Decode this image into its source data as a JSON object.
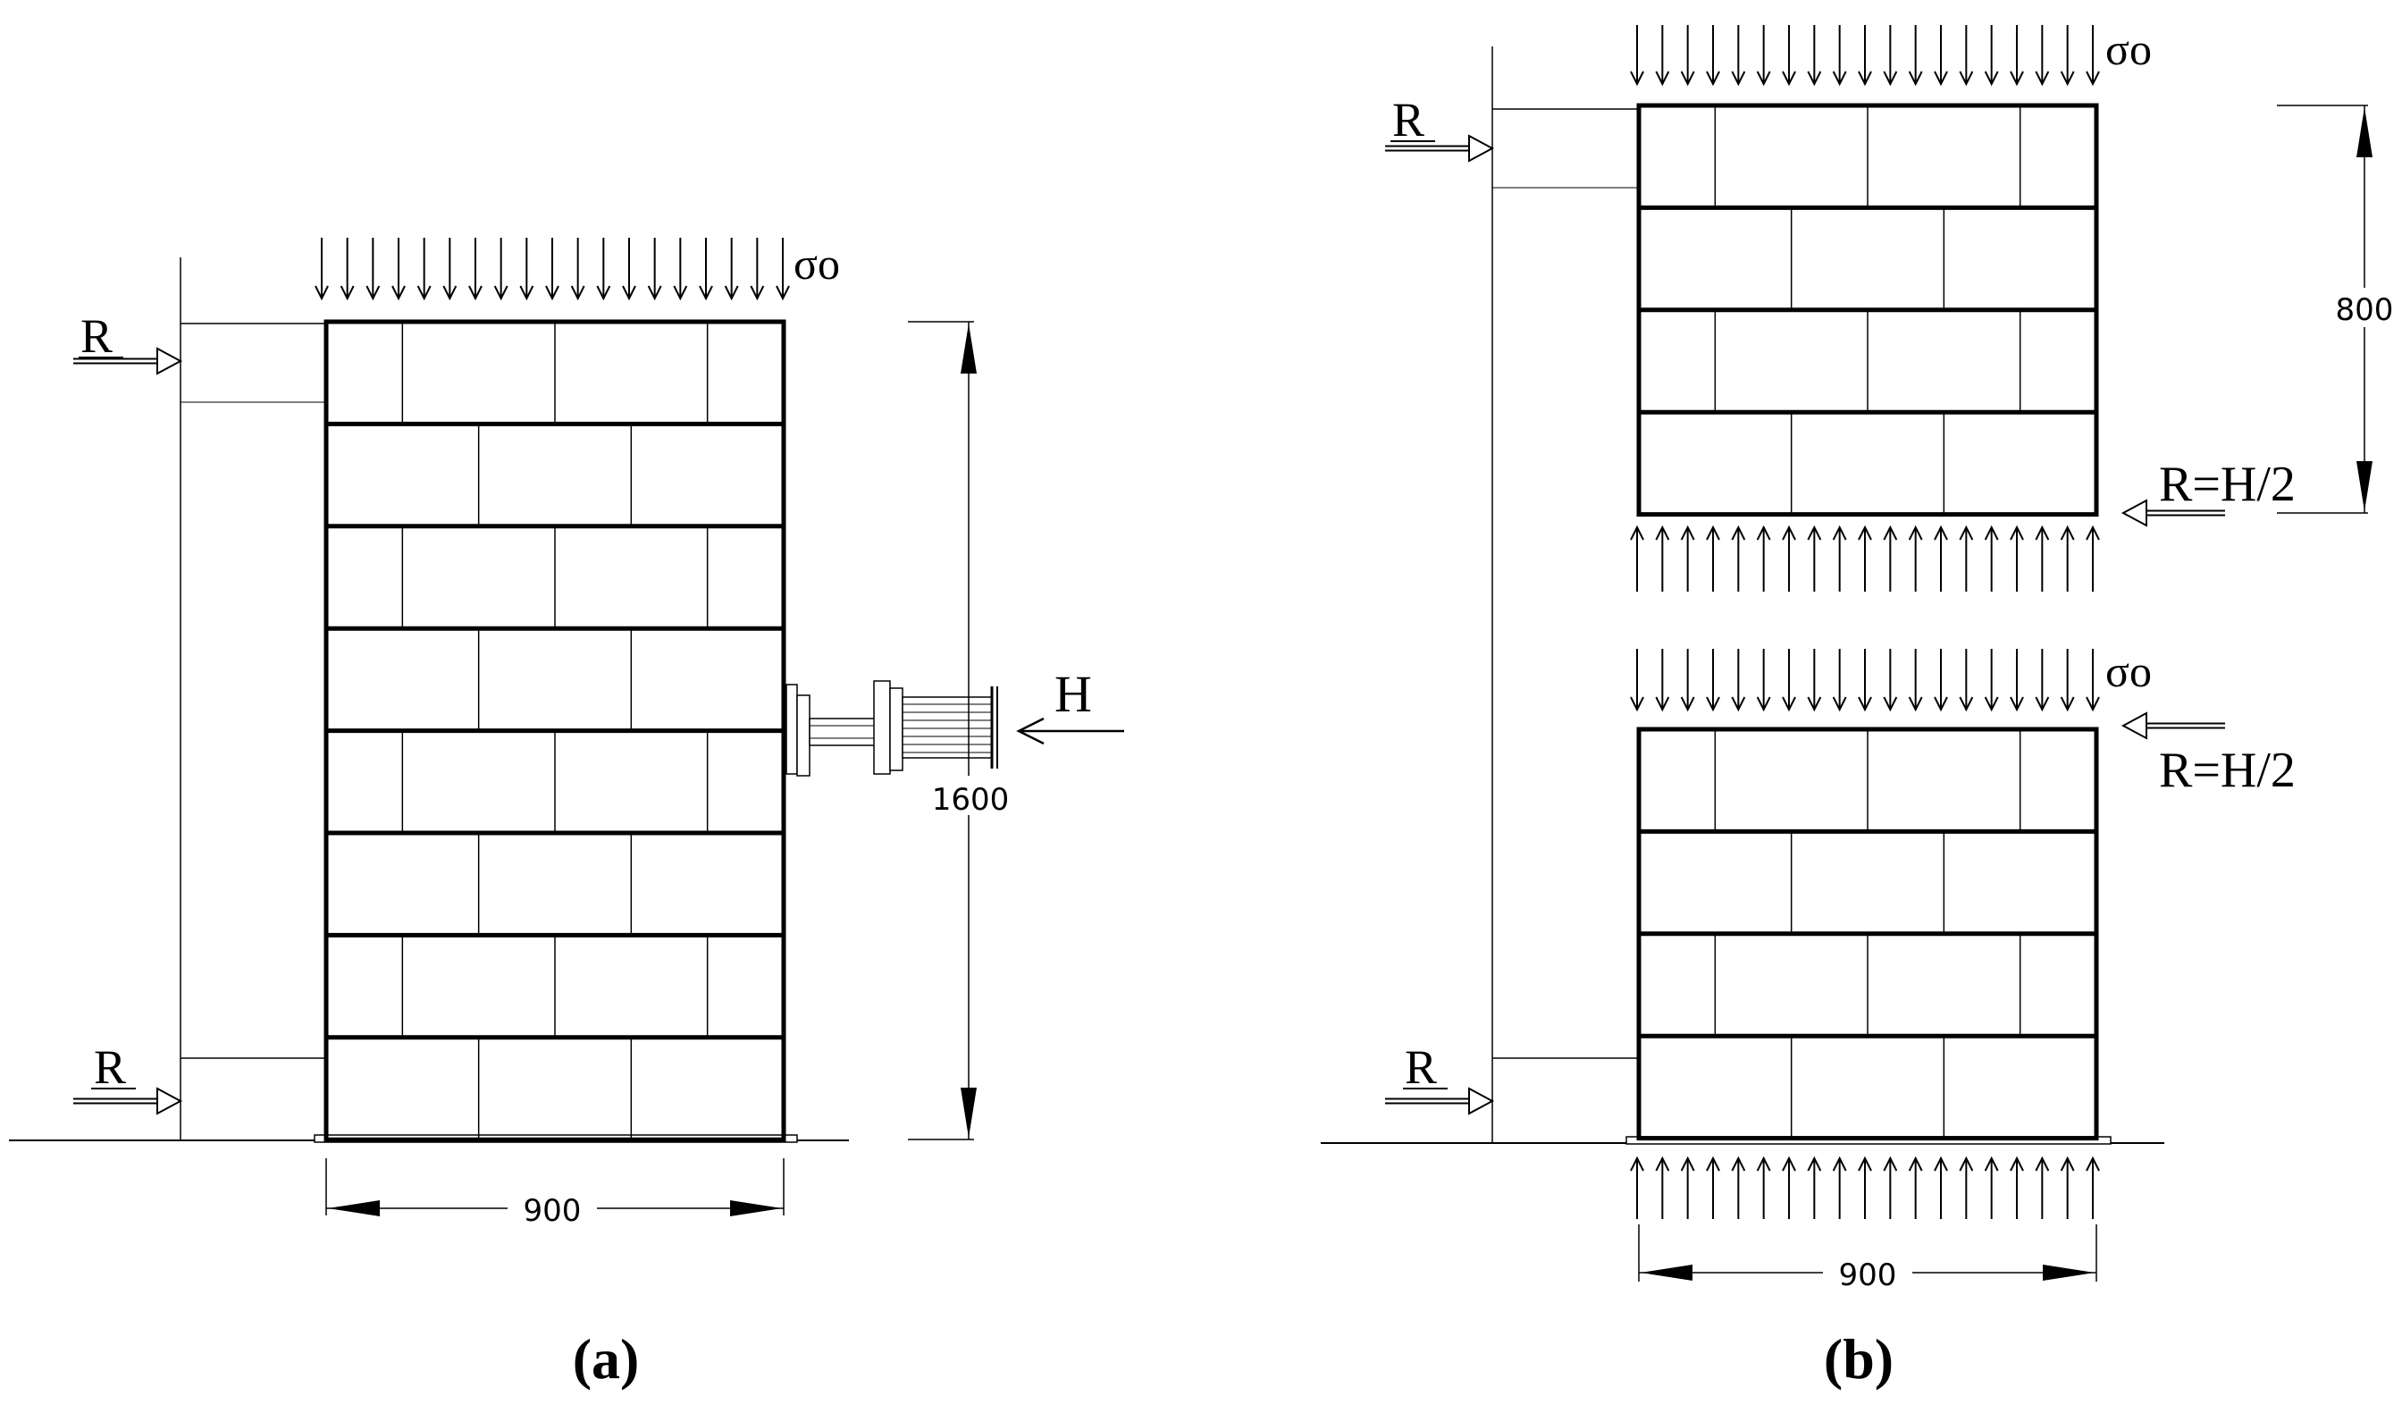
{
  "figure_a": {
    "caption": "(a)",
    "stress_label": "σo",
    "reaction_top": "R",
    "reaction_bottom": "R",
    "load_label": "H",
    "width_dim": "900",
    "height_dim": "1600"
  },
  "figure_b": {
    "caption": "(b)",
    "upper": {
      "stress_label": "σo",
      "reaction_left": "R",
      "reaction_right": "R=H/2",
      "height_dim": "800"
    },
    "lower": {
      "stress_label": "σo",
      "reaction_left": "R",
      "reaction_right": "R=H/2",
      "width_dim": "900"
    }
  }
}
